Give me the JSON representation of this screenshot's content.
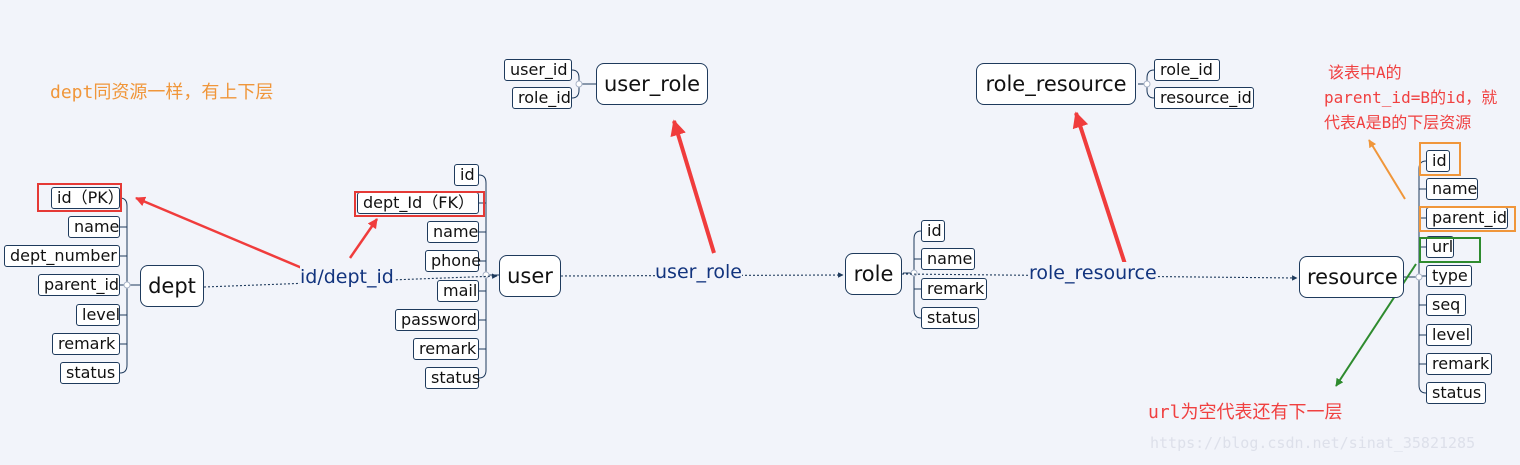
{
  "notes": {
    "dept_note": "dept同资源一样，有上下层",
    "resource_note_lines": [
      "该表中A的",
      "parent_id=B的id，就",
      "代表A是B的下层资源"
    ],
    "url_note": "url为空代表还有下一层",
    "watermark": "https://blog.csdn.net/sinat_35821285"
  },
  "entities": {
    "dept": "dept",
    "user": "user",
    "role": "role",
    "resource": "resource",
    "user_role": "user_role",
    "role_resource": "role_resource"
  },
  "relations": {
    "dept_user": "id/dept_id",
    "user_role": "user_role",
    "role_resource": "role_resource"
  },
  "fields": {
    "dept": [
      "id（PK）",
      "name",
      "dept_number",
      "parent_id",
      "level",
      "remark",
      "status"
    ],
    "user": [
      "id",
      "dept_Id（FK）",
      "name",
      "phone",
      "mail",
      "password",
      "remark",
      "status"
    ],
    "user_role": [
      "user_id",
      "role_id"
    ],
    "role": [
      "id",
      "name",
      "remark",
      "status"
    ],
    "role_resource": [
      "role_id",
      "resource_id"
    ],
    "resource": [
      "id",
      "name",
      "parent_id",
      "url",
      "type",
      "seq",
      "level",
      "remark",
      "status"
    ]
  },
  "colors": {
    "background": "#f2f4fa",
    "line": "#1e3a5c",
    "relation_text": "#12347e",
    "highlight_red": "#e53935",
    "highlight_orange": "#f0963a",
    "highlight_green": "#2e8b2e",
    "arrow_red": "#f03c3c",
    "arrow_orange": "#f0963a",
    "arrow_green": "#2e8b2e"
  }
}
